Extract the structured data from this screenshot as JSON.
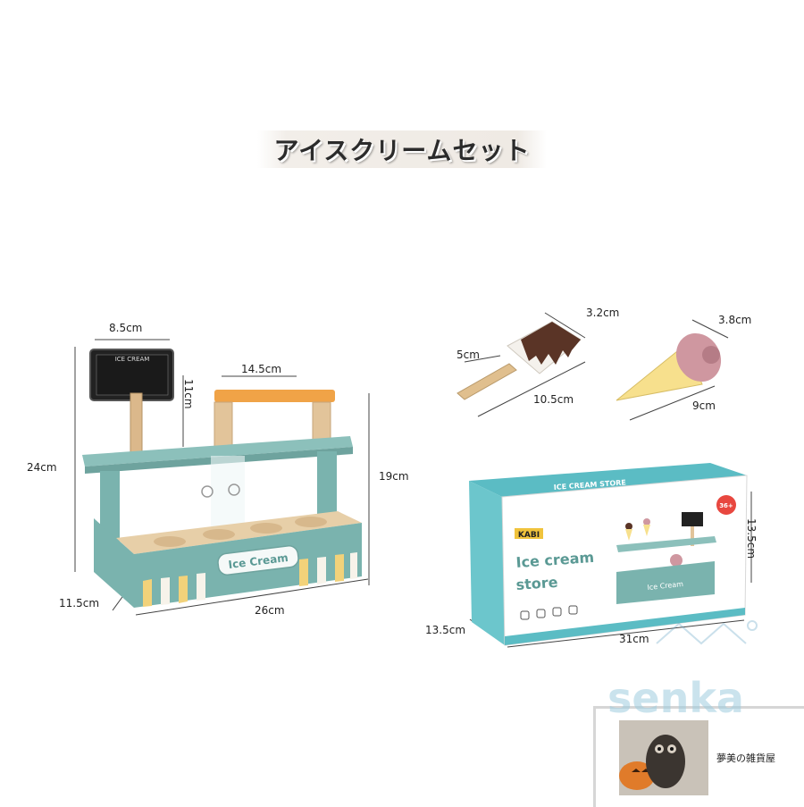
{
  "title": "アイスクリームセット",
  "dimensions": {
    "sign_width": "8.5cm",
    "shelf_width": "14.5cm",
    "shelf_height": "11cm",
    "total_height": "24cm",
    "side_height": "19cm",
    "depth": "11.5cm",
    "base_width": "26cm",
    "popsicle_width": "3.2cm",
    "popsicle_stick": "5cm",
    "popsicle_length": "10.5cm",
    "cone_width": "3.8cm",
    "cone_length": "9cm",
    "box_height": "13.5cm",
    "box_depth": "13.5cm",
    "box_length": "31cm"
  },
  "product": {
    "sign_text": "ICE CREAM",
    "counter_label": "Ice Cream"
  },
  "box": {
    "brand": "KABI",
    "top_text": "ICE CREAM STORE",
    "age_badge": "36+",
    "product_name_line1": "Ice cream",
    "product_name_line2": "store",
    "mini_counter_label": "Ice Cream"
  },
  "watermark": {
    "logo": "senka",
    "shop_name": "夢美の雑貨屋"
  },
  "colors": {
    "teal": "#7ab3ae",
    "yellow_stripe": "#f2d27a",
    "wood": "#e2c49a",
    "orange": "#f0a347",
    "box_teal": "#5bbcc4"
  }
}
